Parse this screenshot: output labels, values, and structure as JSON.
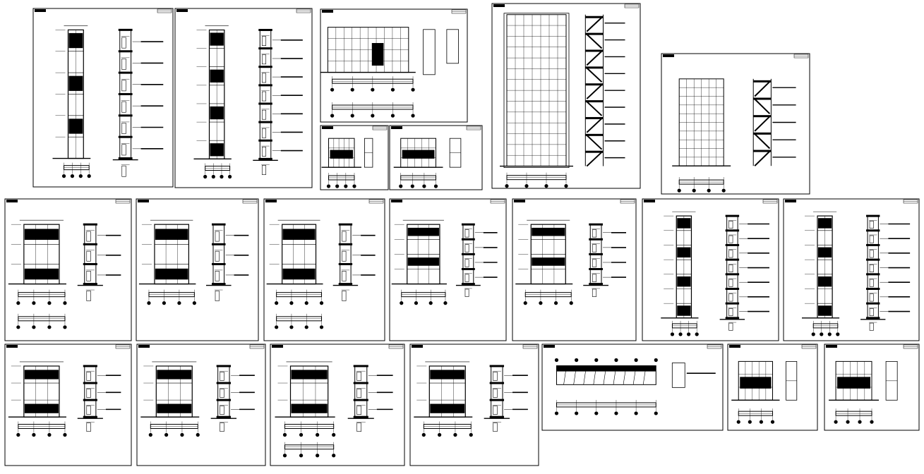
{
  "drawing_set": {
    "sheets": [
      {
        "id": "s01",
        "kind": "tower-elevation-section",
        "storeys": 6
      },
      {
        "id": "s02",
        "kind": "tower-elevation-section",
        "storeys": 7
      },
      {
        "id": "s03",
        "kind": "long-elevation-plans",
        "storeys": 3
      },
      {
        "id": "s04",
        "kind": "elevation-section",
        "storeys": 2
      },
      {
        "id": "s05",
        "kind": "elevation-section",
        "storeys": 2
      },
      {
        "id": "s06",
        "kind": "tall-grid-stair-section",
        "storeys": 9
      },
      {
        "id": "s07",
        "kind": "grid-stair-section",
        "storeys": 5
      },
      {
        "id": "s08",
        "kind": "elevation-section-plans",
        "storeys": 3
      },
      {
        "id": "s09",
        "kind": "elevation-section-plan",
        "storeys": 3
      },
      {
        "id": "s10",
        "kind": "elevation-section-plans",
        "storeys": 3
      },
      {
        "id": "s11",
        "kind": "elevation-section-plan",
        "storeys": 4
      },
      {
        "id": "s12",
        "kind": "elevation-section-plan",
        "storeys": 4
      },
      {
        "id": "s13",
        "kind": "tower-elevation-section",
        "storeys": 7
      },
      {
        "id": "s14",
        "kind": "tower-elevation-section",
        "storeys": 7
      },
      {
        "id": "s15",
        "kind": "elevation-section-plan",
        "storeys": 3
      },
      {
        "id": "s16",
        "kind": "elevation-section-plan",
        "storeys": 3
      },
      {
        "id": "s17",
        "kind": "elevation-section-plans",
        "storeys": 3
      },
      {
        "id": "s18",
        "kind": "elevation-section-plan",
        "storeys": 3
      },
      {
        "id": "s19",
        "kind": "wide-elevation-plan",
        "storeys": 1
      },
      {
        "id": "s20",
        "kind": "small-elevation-section",
        "storeys": 1
      },
      {
        "id": "s21",
        "kind": "small-elevation-section",
        "storeys": 1
      }
    ]
  }
}
